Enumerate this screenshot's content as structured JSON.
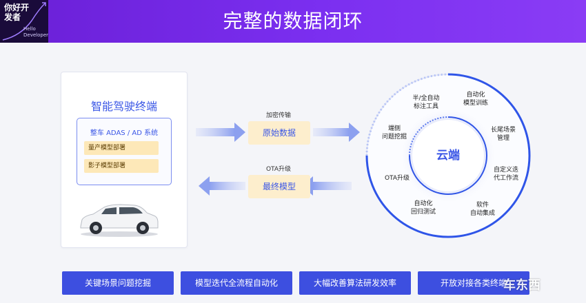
{
  "header": {
    "logo_title": "你好开发者",
    "logo_sub": "Hello Developer",
    "title": "完整的数据闭环"
  },
  "terminal": {
    "title": "智能驾驶终端",
    "inner_title": "整车 ADAS / AD 系统",
    "tags": [
      "量产模型部署",
      "影子模型部署"
    ]
  },
  "flow": {
    "top_label": "加密传输",
    "top_box": "原始数据",
    "bottom_label": "OTA升级",
    "bottom_box": "最终模型"
  },
  "cloud": {
    "core": "云端",
    "stages": [
      "半/全自动\n标注工具",
      "自动化\n模型训练",
      "长尾场景\n管理",
      "自定义迭\n代工作流",
      "软件\n自动集成",
      "自动化\n回归测试",
      "OTA升级",
      "端侧\n问题挖掘"
    ]
  },
  "footer": {
    "buttons": [
      "关键场景问题挖掘",
      "模型迭代全流程自动化",
      "大幅改善算法研发效率",
      "开放对接各类终端"
    ],
    "watermark": "车东西"
  },
  "colors": {
    "header": "#7b2ff0",
    "accent": "#3b57e6",
    "tag_bg": "#fde8b8",
    "button_bg": "#3d4fe0"
  }
}
